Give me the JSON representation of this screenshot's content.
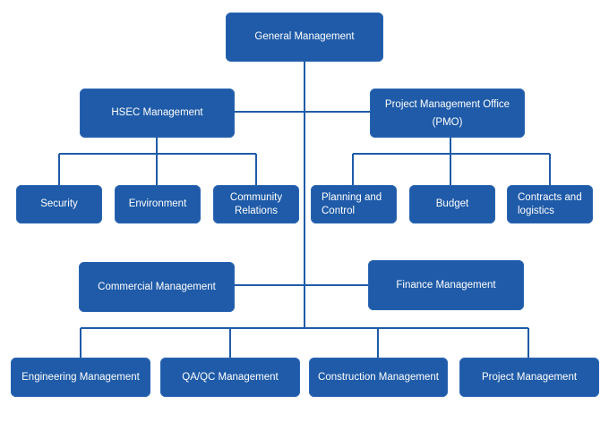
{
  "colors": {
    "box": "#1f5ba8",
    "line": "#1f5ba8",
    "text": "#ffffff",
    "background": "#ffffff"
  },
  "nodes": {
    "general": "General Management",
    "hsec": "HSEC Management",
    "pmo": "Project Management Office (PMO)",
    "security": "Security",
    "environment": "Environment",
    "community": "Community Relations",
    "planning": "Planning and Control",
    "budget": "Budget",
    "contracts": "Contracts and logistics",
    "commercial": "Commercial Management",
    "finance": "Finance Management",
    "engineering": "Engineering Management",
    "qaqc": "QA/QC Management",
    "construction": "Construction Management",
    "project": "Project Management"
  }
}
